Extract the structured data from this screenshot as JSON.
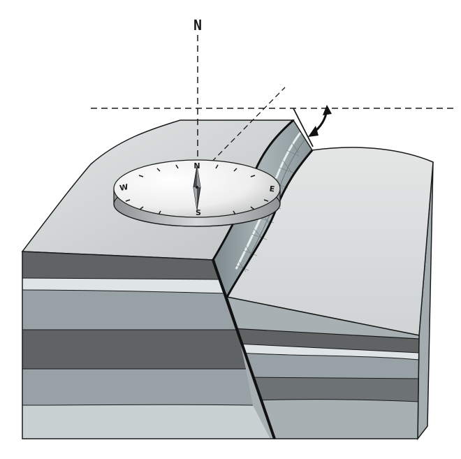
{
  "diagram": {
    "north_label": "N",
    "compass": {
      "north": "N",
      "south": "S",
      "east": "E",
      "west": "W"
    },
    "colors": {
      "background": "#ffffff",
      "outline": "#1a1a1a",
      "top_surface": "#d2d4d4",
      "stratum_dark": "#5f6364",
      "stratum_light": "#c9d1d3",
      "stratum_mid": "#98a2a6",
      "fault_plane": "#8e9a9e"
    }
  }
}
